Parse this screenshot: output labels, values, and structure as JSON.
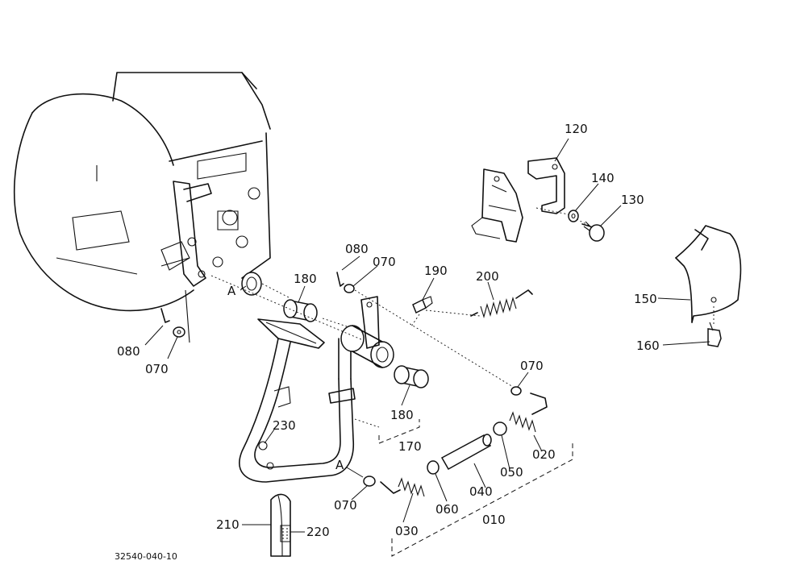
{
  "diagram": {
    "figure_ref": "32540-040-10",
    "callouts": {
      "p010": "010",
      "p020": "020",
      "p030": "030",
      "p040": "040",
      "p050": "050",
      "p060": "060",
      "p070a": "070",
      "p070b": "070",
      "p070c": "070",
      "p070d": "070",
      "p080a": "080",
      "p080b": "080",
      "p120": "120",
      "p130": "130",
      "p140": "140",
      "p150": "150",
      "p160": "160",
      "p170": "170",
      "p180a": "180",
      "p180b": "180",
      "p190": "190",
      "p200": "200",
      "p210": "210",
      "p220": "220",
      "p230": "230",
      "markA1": "A",
      "markA2": "A"
    }
  }
}
